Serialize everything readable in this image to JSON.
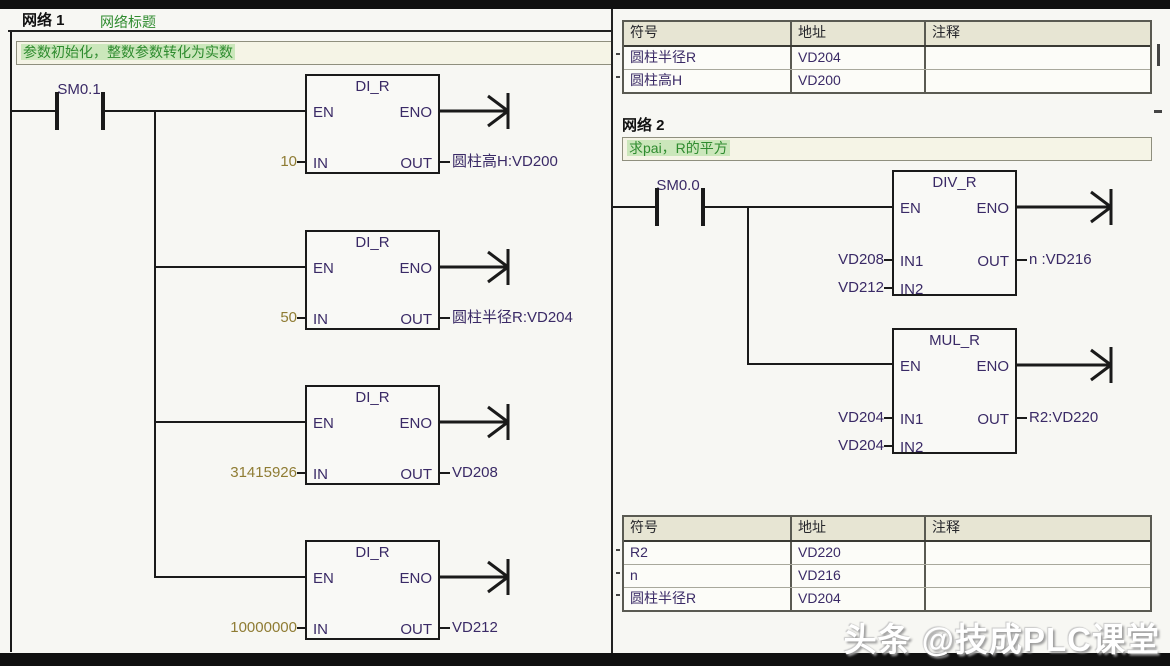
{
  "networks": {
    "net1": {
      "label": "网络 1",
      "title": "网络标题",
      "comment": "参数初始化，整数参数转化为实数",
      "contact": "SM0.1",
      "blocks": [
        {
          "title": "DI_R",
          "pin_en": "EN",
          "pin_eno": "ENO",
          "pin_in": "IN",
          "pin_out": "OUT",
          "in_value": "10",
          "out_value": "圆柱高H:VD200"
        },
        {
          "title": "DI_R",
          "pin_en": "EN",
          "pin_eno": "ENO",
          "pin_in": "IN",
          "pin_out": "OUT",
          "in_value": "50",
          "out_value": "圆柱半径R:VD204"
        },
        {
          "title": "DI_R",
          "pin_en": "EN",
          "pin_eno": "ENO",
          "pin_in": "IN",
          "pin_out": "OUT",
          "in_value": "31415926",
          "out_value": "VD208"
        },
        {
          "title": "DI_R",
          "pin_en": "EN",
          "pin_eno": "ENO",
          "pin_in": "IN",
          "pin_out": "OUT",
          "in_value": "10000000",
          "out_value": "VD212"
        }
      ]
    },
    "net2": {
      "label": "网络 2",
      "comment": "求pai，R的平方",
      "contact": "SM0.0",
      "blocks": [
        {
          "title": "DIV_R",
          "pin_en": "EN",
          "pin_eno": "ENO",
          "pin_in1": "IN1",
          "pin_in2": "IN2",
          "pin_out": "OUT",
          "in1_value": "VD208",
          "in2_value": "VD212",
          "out_value": "n :VD216"
        },
        {
          "title": "MUL_R",
          "pin_en": "EN",
          "pin_eno": "ENO",
          "pin_in1": "IN1",
          "pin_in2": "IN2",
          "pin_out": "OUT",
          "in1_value": "VD204",
          "in2_value": "VD204",
          "out_value": "R2:VD220"
        }
      ]
    }
  },
  "tables": {
    "top": {
      "headers": [
        "符号",
        "地址",
        "注释"
      ],
      "rows": [
        [
          "圆柱半径R",
          "VD204",
          ""
        ],
        [
          "圆柱高H",
          "VD200",
          ""
        ]
      ]
    },
    "bottom": {
      "headers": [
        "符号",
        "地址",
        "注释"
      ],
      "rows": [
        [
          "R2",
          "VD220",
          ""
        ],
        [
          "n",
          "VD216",
          ""
        ],
        [
          "圆柱半径R",
          "VD204",
          ""
        ]
      ]
    }
  },
  "watermark": "头条 @技成PLC课堂",
  "colors": {
    "operand_text": "#3a2a66",
    "constant_text": "#8f7c33",
    "comment_green": "#2e8b2e",
    "comment_highlight": "#cbe7bb",
    "wire": "#1a1a1a",
    "table_header_bg": "#e7e5d3"
  }
}
